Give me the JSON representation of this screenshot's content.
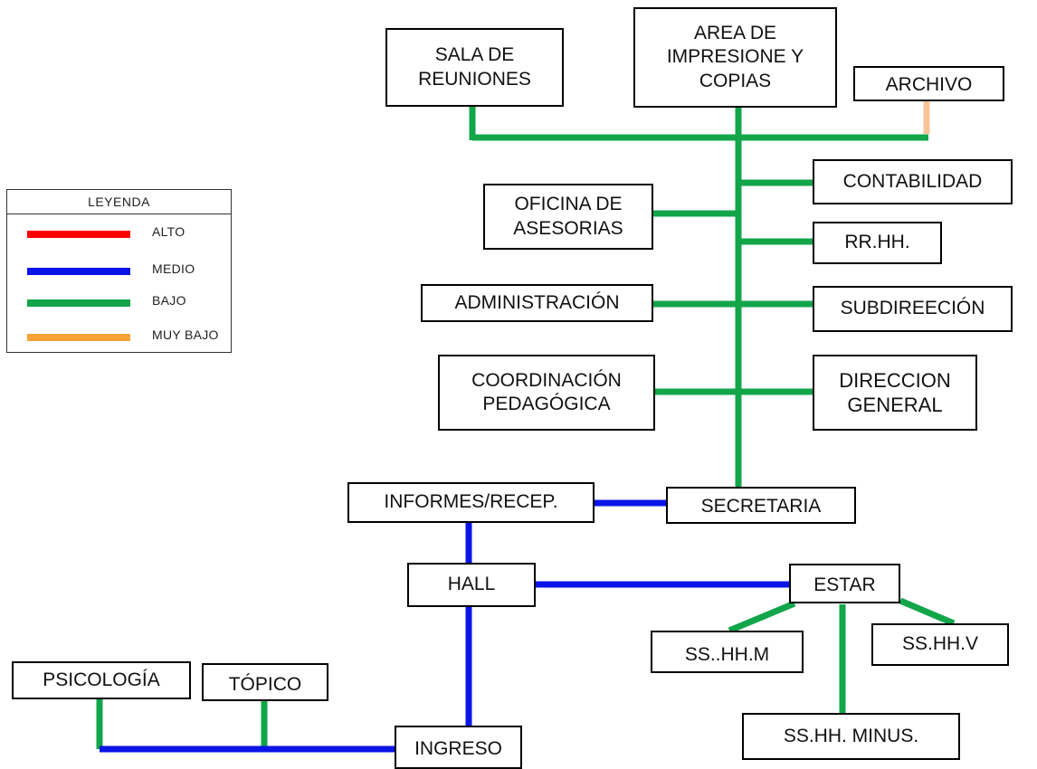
{
  "nodes": {
    "sala_reuniones": "SALA DE\nREUNIONES",
    "area_impresion": "AREA DE\nIMPRESIONE Y\nCOPIAS",
    "archivo": "ARCHIVO",
    "contabilidad": "CONTABILIDAD",
    "oficina_asesorias": "OFICINA DE\nASESORIAS",
    "rrhh": "RR.HH.",
    "administracion": "ADMINISTRACIÓN",
    "subdireccion": "SUBDIREECIÓN",
    "coordinacion": "COORDINACIÓN\nPEDAGÓGICA",
    "direccion": "DIRECCION\nGENERAL",
    "informes": "INFORMES/RECEP.",
    "secretaria": "SECRETARIA",
    "hall": "HALL",
    "estar": "ESTAR",
    "sshh_m": "SS..HH.M",
    "sshh_v": "SS.HH.V",
    "sshh_minus": "SS.HH. MINUS.",
    "psicologia": "PSICOLOGÍA",
    "topico": "TÓPICO",
    "ingreso": "INGRESO"
  },
  "legend": {
    "title": "LEYENDA",
    "items": [
      {
        "label": "ALTO",
        "color": "#ff0000"
      },
      {
        "label": "MEDIO",
        "color": "#0a14e6"
      },
      {
        "label": "BAJO",
        "color": "#12a54a"
      },
      {
        "label": "MUY BAJO",
        "color": "#f7a437"
      }
    ]
  },
  "colors": {
    "bajo": "#12a54a",
    "medio": "#0a14e6",
    "muy_bajo": "#f9c596"
  }
}
